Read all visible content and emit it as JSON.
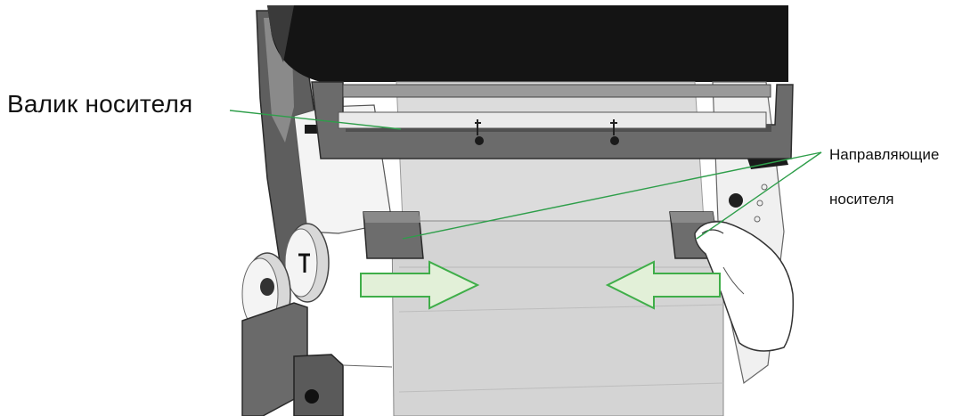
{
  "callouts": {
    "media_roller": "Валик  носителя",
    "media_guides_line1": "Направляющие",
    "media_guides_line2": "носителя"
  },
  "colors": {
    "leader_line": "#2e9e4a",
    "arrow_fill": "#e2f0d8",
    "arrow_stroke": "#3fae49",
    "housing_dark": "#141414",
    "guide_block": "#6d6d6d",
    "media_paper": "#d6d6d6",
    "frame_gray": "#7a7a7a"
  },
  "icons": [
    "left-media-guide",
    "right-media-guide",
    "inward-arrow-right",
    "inward-arrow-left",
    "hand-pushing-guide",
    "supply-spindle-hub",
    "ribbon-spindle-hub"
  ]
}
